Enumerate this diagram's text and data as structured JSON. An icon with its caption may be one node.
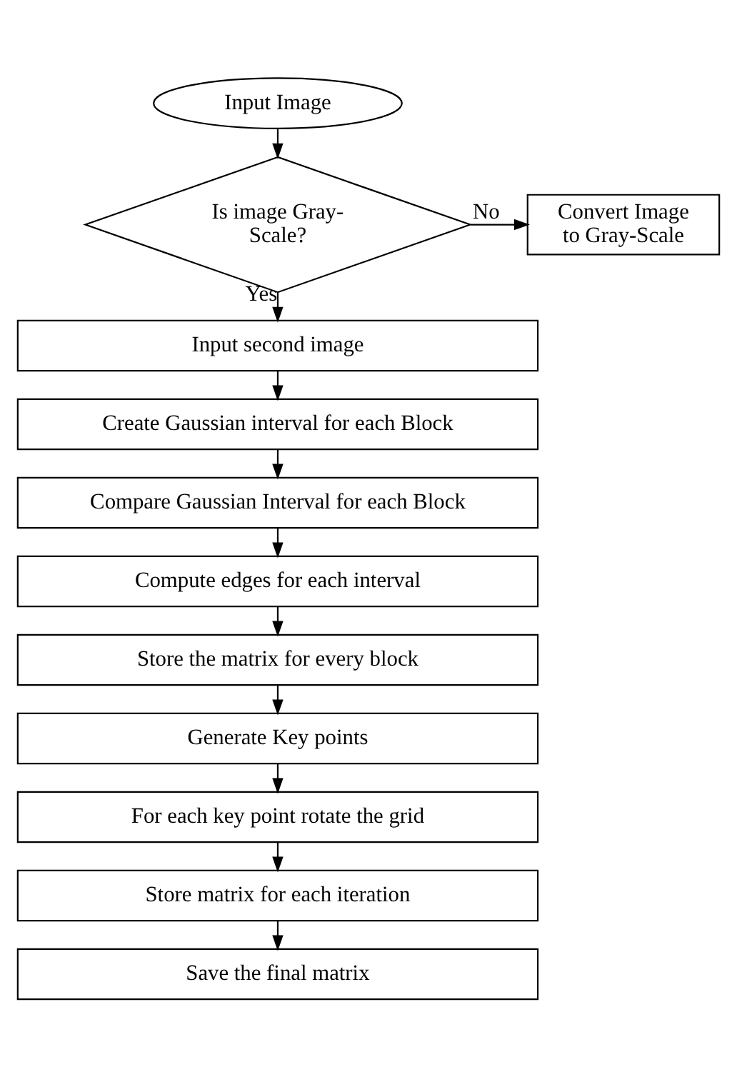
{
  "diagram": {
    "nodes": [
      {
        "text": [
          "Input Image"
        ]
      },
      {
        "text": [
          "Is image Gray- Scale?"
        ]
      },
      {
        "text": [
          "Convert Image to Gray-Scale"
        ]
      },
      {
        "text": [
          "Input second image"
        ]
      },
      {
        "text": [
          "Create Gaussian interval for each Block"
        ]
      },
      {
        "text": [
          "Compare Gaussian Interval for each Block"
        ]
      },
      {
        "text": [
          "Compute edges for each interval"
        ]
      },
      {
        "text": [
          "Store the matrix for every block"
        ]
      },
      {
        "text": [
          "Generate Key points"
        ]
      },
      {
        "text": [
          "For each key point rotate the grid"
        ]
      },
      {
        "text": [
          "Store matrix for each iteration"
        ]
      },
      {
        "text": [
          "Save the final matrix"
        ]
      }
    ],
    "edges": [
      {
        "from": 0,
        "to": 1,
        "arrow": "to"
      },
      {
        "from": 1,
        "to": 2,
        "arrow": "to",
        "label": "No"
      },
      {
        "from": 1,
        "to": 3,
        "arrow": "to",
        "label": "Yes"
      },
      {
        "from": 3,
        "to": 4,
        "arrow": "to"
      },
      {
        "from": 4,
        "to": 5,
        "arrow": "to"
      },
      {
        "from": 5,
        "to": 6,
        "arrow": "to"
      },
      {
        "from": 6,
        "to": 7,
        "arrow": "to"
      },
      {
        "from": 7,
        "to": 8,
        "arrow": "to"
      },
      {
        "from": 8,
        "to": 9,
        "arrow": "to"
      },
      {
        "from": 9,
        "to": 10,
        "arrow": "to"
      },
      {
        "from": 10,
        "to": 11,
        "arrow": "to"
      }
    ]
  }
}
